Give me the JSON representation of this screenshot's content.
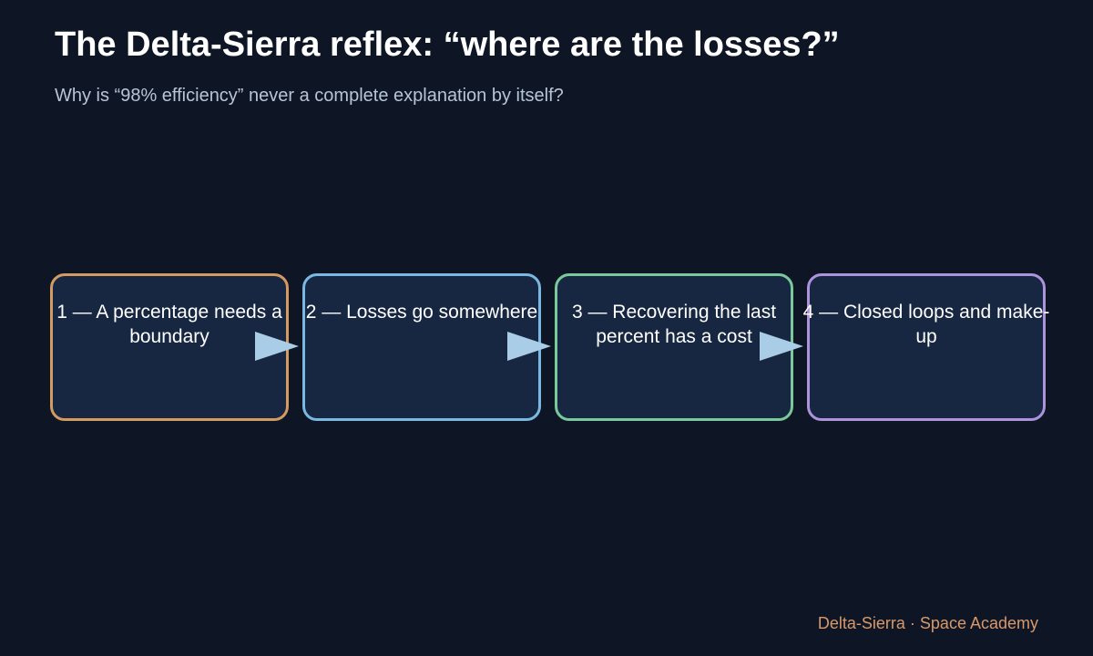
{
  "header": {
    "title": "The Delta-Sierra reflex: “where are the losses?”",
    "subtitle": "Why is “98% efficiency” never a complete explanation by itself?"
  },
  "steps": [
    {
      "label": "1 — A percentage needs a boundary",
      "border_color": "#d39a62"
    },
    {
      "label": "2 — Losses go somewhere",
      "border_color": "#7ab8e2"
    },
    {
      "label": "3 — Recovering the last percent has a cost",
      "border_color": "#79c99a"
    },
    {
      "label": "4 — Closed loops and make-up",
      "border_color": "#ad92dc"
    }
  ],
  "arrow_color": "#a9cde6",
  "footer": {
    "credit": "Delta-Sierra · Space Academy"
  }
}
